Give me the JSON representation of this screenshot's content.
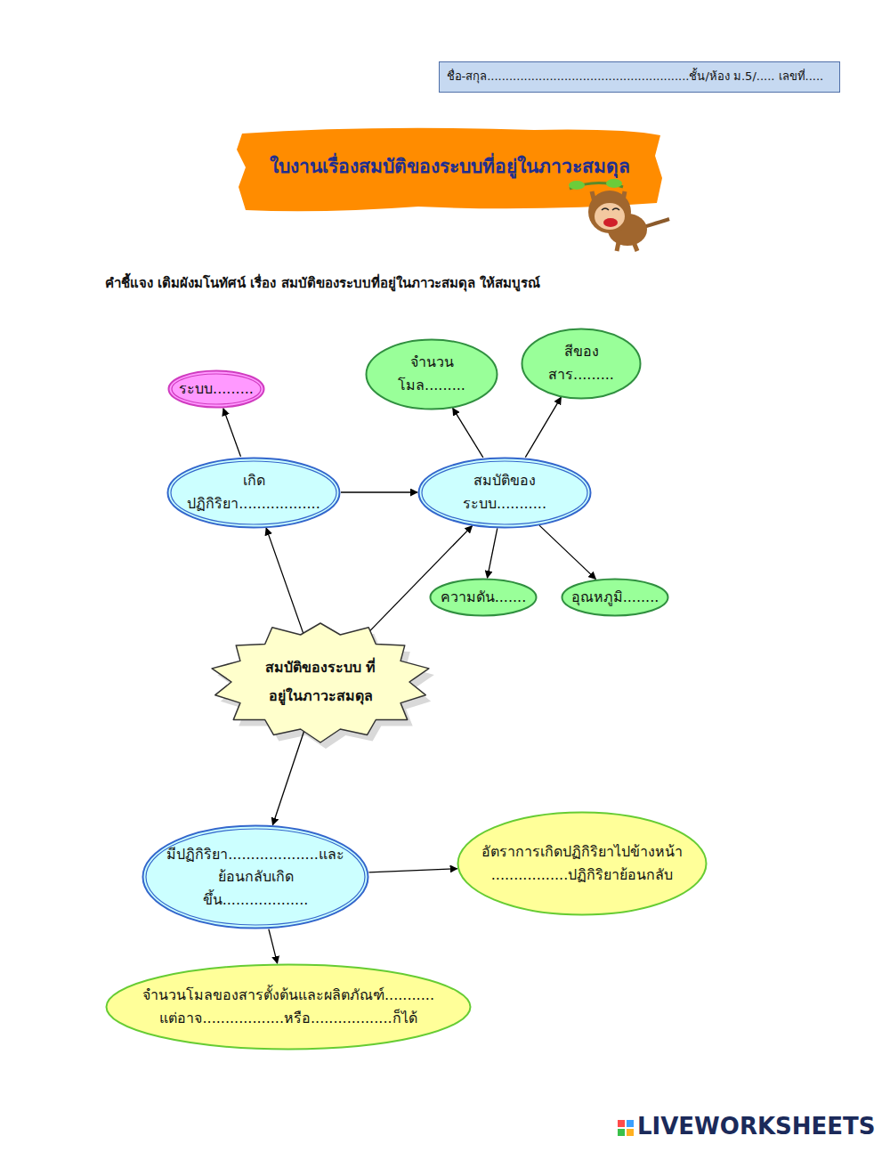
{
  "diagram": {
    "title": "ใบงานเรื่องสมบัติของระบบที่อยู่ในภาวะสมดุล",
    "nodes": [
      {
        "text": [
          "ชื่อ-สกุล.......................................................ชั้น/ห้อง ม.5/..... เลขที่....."
        ]
      },
      {
        "text": [
          "จำนวนโมล........."
        ]
      },
      {
        "text": [
          "สีของสาร........."
        ]
      },
      {
        "text": [
          "ระบบ........."
        ]
      },
      {
        "text": [
          "เกิดปฏิกิริยา.................."
        ]
      },
      {
        "text": [
          "สมบัติของระบบ..........."
        ]
      },
      {
        "text": [
          "ความดัน......."
        ]
      },
      {
        "text": [
          "อุณหภูมิ........"
        ]
      },
      {
        "text": [
          "สมบัติของระบบ ที่อยู่ในภาวะสมดุล"
        ]
      },
      {
        "text": [
          "มีปฏิกิริยา....................และ ย้อนกลับเกิดขึ้น..................."
        ]
      },
      {
        "text": [
          "อัตราการเกิดปฏิกิริยาไปข้างหน้า .................ปฏิกิริยาย้อนกลับ"
        ]
      },
      {
        "text": [
          "จำนวนโมลของสารตั้งต้นและผลิตภัณฑ์........... แต่อาจ..................หรือ..................ก็ได้"
        ]
      }
    ],
    "edges": [
      {
        "from": 4,
        "to": 3,
        "arrow": "to"
      },
      {
        "from": 4,
        "to": 5,
        "arrow": "to"
      },
      {
        "from": 5,
        "to": 1,
        "arrow": "to"
      },
      {
        "from": 5,
        "to": 2,
        "arrow": "to"
      },
      {
        "from": 5,
        "to": 6,
        "arrow": "to"
      },
      {
        "from": 5,
        "to": 7,
        "arrow": "to"
      },
      {
        "from": 8,
        "to": 4,
        "arrow": "to"
      },
      {
        "from": 8,
        "to": 5,
        "arrow": "to"
      },
      {
        "from": 8,
        "to": 9,
        "arrow": "to"
      },
      {
        "from": 9,
        "to": 10,
        "arrow": "to"
      },
      {
        "from": 9,
        "to": 11,
        "arrow": "to"
      }
    ],
    "labels": [
      "คำชี้แจง เติมผังมโนทัศน์ เรื่อง สมบัติของระบบที่อยู่ในภาวะสมดุล ให้สมบูรณ์",
      "LIVEWORKSHEETS"
    ]
  }
}
